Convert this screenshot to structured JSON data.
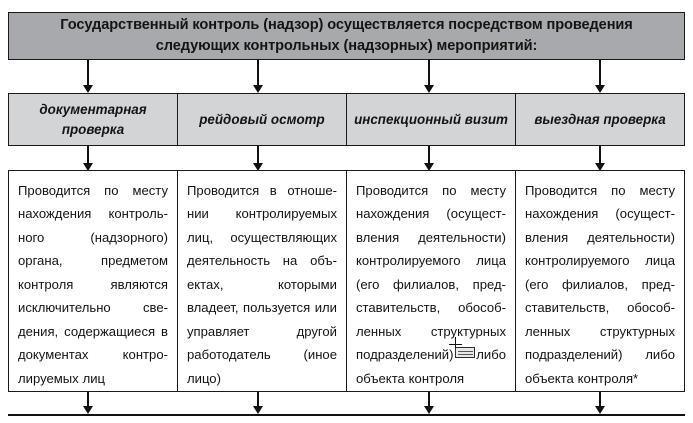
{
  "diagram": {
    "title": "Государственный контроль (надзор) осуществляется посредством проведения следующих контрольных (надзорных) мероприятий:",
    "colors": {
      "title_fill": "#a7a9ac",
      "method_fill": "#d3d4d6",
      "description_fill": "#ffffff",
      "border": "#1a1a1a",
      "text": "#141414"
    },
    "methods": [
      {
        "label": "документарная проверка"
      },
      {
        "label": "рейдовый осмотр"
      },
      {
        "label": "инспекционный визит"
      },
      {
        "label": "выездная проверка"
      }
    ],
    "descriptions": [
      {
        "text": "Проводится по месту нахождения контроль­ного (надзорного) органа, предметом контроля являются исключительно све­дения, содержащиеся в документах контро­лируемых лиц"
      },
      {
        "text": "Проводится в отноше­нии контролируемых лиц, осуществляющих деятельность на объ­ектах, которыми владеет, пользуется или управляет другой работодатель (иное лицо)"
      },
      {
        "text": "Проводится по месту нахождения (осущест­вления деятельности) контролируемого лица (его филиалов, пред­ставительств, обособ­ленных структурных подразделений) либо объекта контроля"
      },
      {
        "text": "Проводится по месту нахождения (осущест­вления деятельности) контролируемого лица (его филиалов, пред­ставительств, обособ­ленных структурных подразделений) либо объекта контроля*"
      }
    ]
  }
}
